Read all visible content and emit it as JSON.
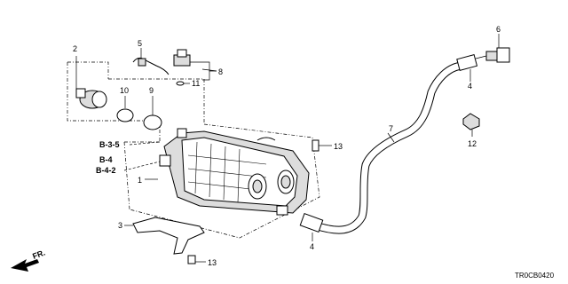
{
  "callouts": {
    "c1": "1",
    "c2": "2",
    "c3": "3",
    "c4a": "4",
    "c4b": "4",
    "c5": "5",
    "c6": "6",
    "c7": "7",
    "c8": "8",
    "c9": "9",
    "c10": "10",
    "c11": "11",
    "c12": "12",
    "c13a": "13",
    "c13b": "13"
  },
  "refs": {
    "b35": "B-3-5",
    "b4": "B-4",
    "b42": "B-4-2"
  },
  "front_label": "FR.",
  "diagram_code": "TR0CB0420"
}
